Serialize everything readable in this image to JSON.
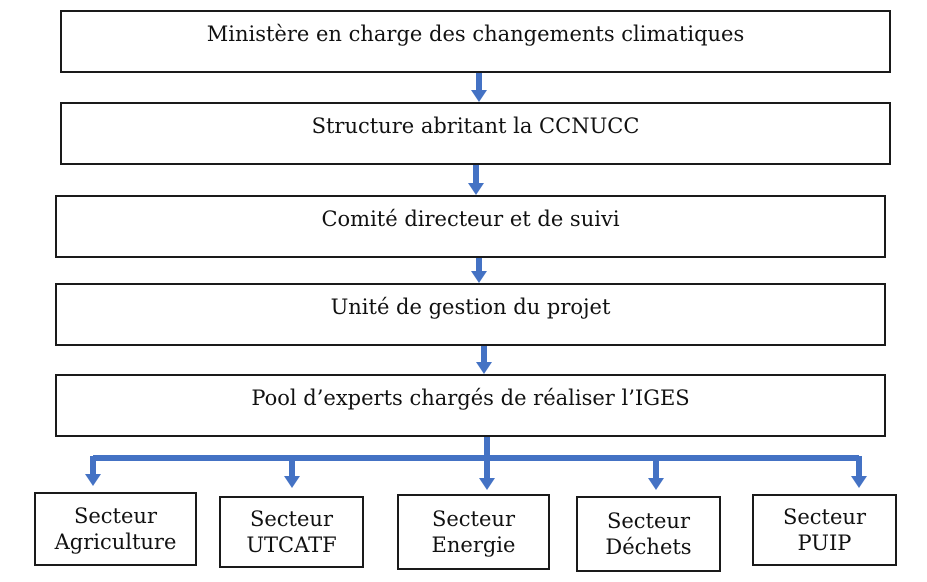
{
  "diagram": {
    "levels": [
      {
        "id": "ministere",
        "label": "Ministère en charge des changements climatiques"
      },
      {
        "id": "structure",
        "label": "Structure abritant  la CCNUCC"
      },
      {
        "id": "comite",
        "label": "Comité directeur et de suivi"
      },
      {
        "id": "unite",
        "label": "Unité de gestion du projet"
      },
      {
        "id": "pool",
        "label": "Pool d’experts chargés de réaliser l’IGES"
      }
    ],
    "sectors": [
      {
        "id": "agriculture",
        "line1": "Secteur",
        "line2": "Agriculture"
      },
      {
        "id": "utcatf",
        "line1": "Secteur",
        "line2": "UTCATF"
      },
      {
        "id": "energie",
        "line1": "Secteur",
        "line2": "Energie"
      },
      {
        "id": "dechets",
        "line1": "Secteur",
        "line2": "Déchets"
      },
      {
        "id": "puip",
        "line1": "Secteur",
        "line2": "PUIP"
      }
    ],
    "connector_color": "#4472C4"
  }
}
